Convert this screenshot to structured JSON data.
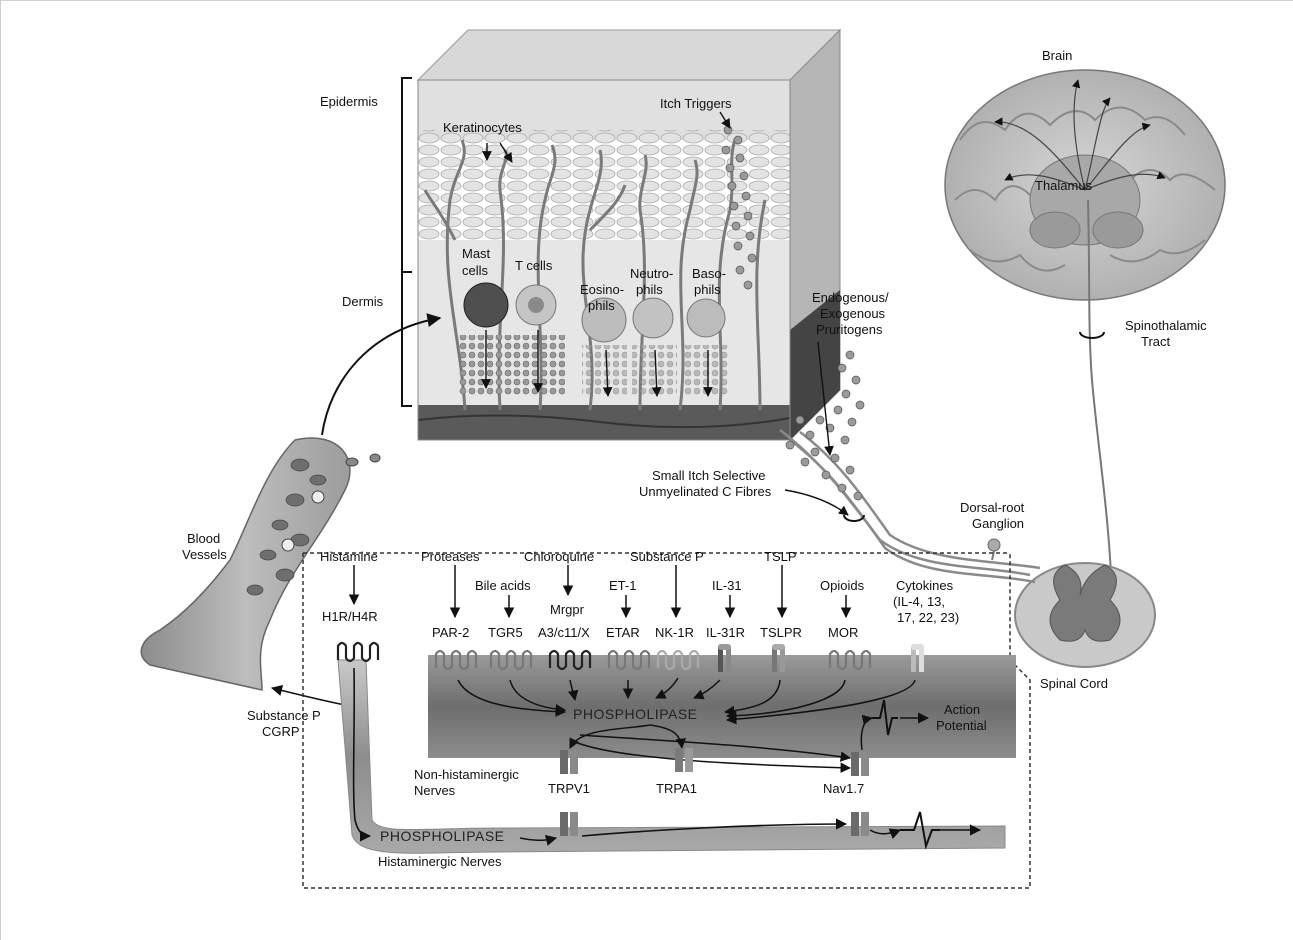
{
  "skin": {
    "epidermis": "Epidermis",
    "dermis": "Dermis",
    "keratinocytes": "Keratinocytes",
    "itch_triggers": "Itch Triggers",
    "mast_1": "Mast",
    "mast_2": "cells",
    "t_cells": "T cells",
    "eos_1": "Eosino-",
    "eos_2": "phils",
    "neut_1": "Neutro-",
    "neut_2": "phils",
    "baso_1": "Baso-",
    "baso_2": "phils"
  },
  "brain": {
    "brain": "Brain",
    "thalamus": "Thalamus",
    "spino_1": "Spinothalamic",
    "spino_2": "Tract",
    "spinal_cord": "Spinal Cord",
    "drg_1": "Dorsal-root",
    "drg_2": "Ganglion"
  },
  "pruritogens": {
    "line1": "Endogenous/",
    "line2": "Exogenous",
    "line3": "Pruritogens"
  },
  "fibres": {
    "line1": "Small Itch Selective",
    "line2": "Unmyelinated C Fibres"
  },
  "vessels": {
    "line1": "Blood",
    "line2": "Vessels",
    "release1": "Substance P",
    "release2": "CGRP"
  },
  "pathway": {
    "ligands": {
      "histamine": "Histamine",
      "proteases": "Proteases",
      "bile_acids": "Bile acids",
      "chloroquine": "Chloroquine",
      "substance_p": "Substance P",
      "et1": "ET-1",
      "il31": "IL-31",
      "tslp": "TSLP",
      "opioids": "Opioids",
      "cytokines_1": "Cytokines",
      "cytokines_2": "(IL-4, 13,",
      "cytokines_3": "17, 22, 23)"
    },
    "receptors": {
      "h1r": "H1R/H4R",
      "par2": "PAR-2",
      "tgr5": "TGR5",
      "mrgpr_1": "Mrgpr",
      "mrgpr_2": "A3/c11/X",
      "etar": "ETAR",
      "nk1r": "NK-1R",
      "il31r": "IL-31R",
      "tslpr": "TSLPR",
      "mor": "MOR"
    },
    "phospholipase_upper": "PHOSPHOLIPASE",
    "phospholipase_lower": "PHOSPHOLIPASE",
    "action_1": "Action",
    "action_2": "Potential",
    "nonhist_1": "Non-histaminergic",
    "nonhist_2": "Nerves",
    "trpv1": "TRPV1",
    "trpa1": "TRPA1",
    "nav17": "Nav1.7",
    "histaminergic": "Histaminergic Nerves"
  }
}
